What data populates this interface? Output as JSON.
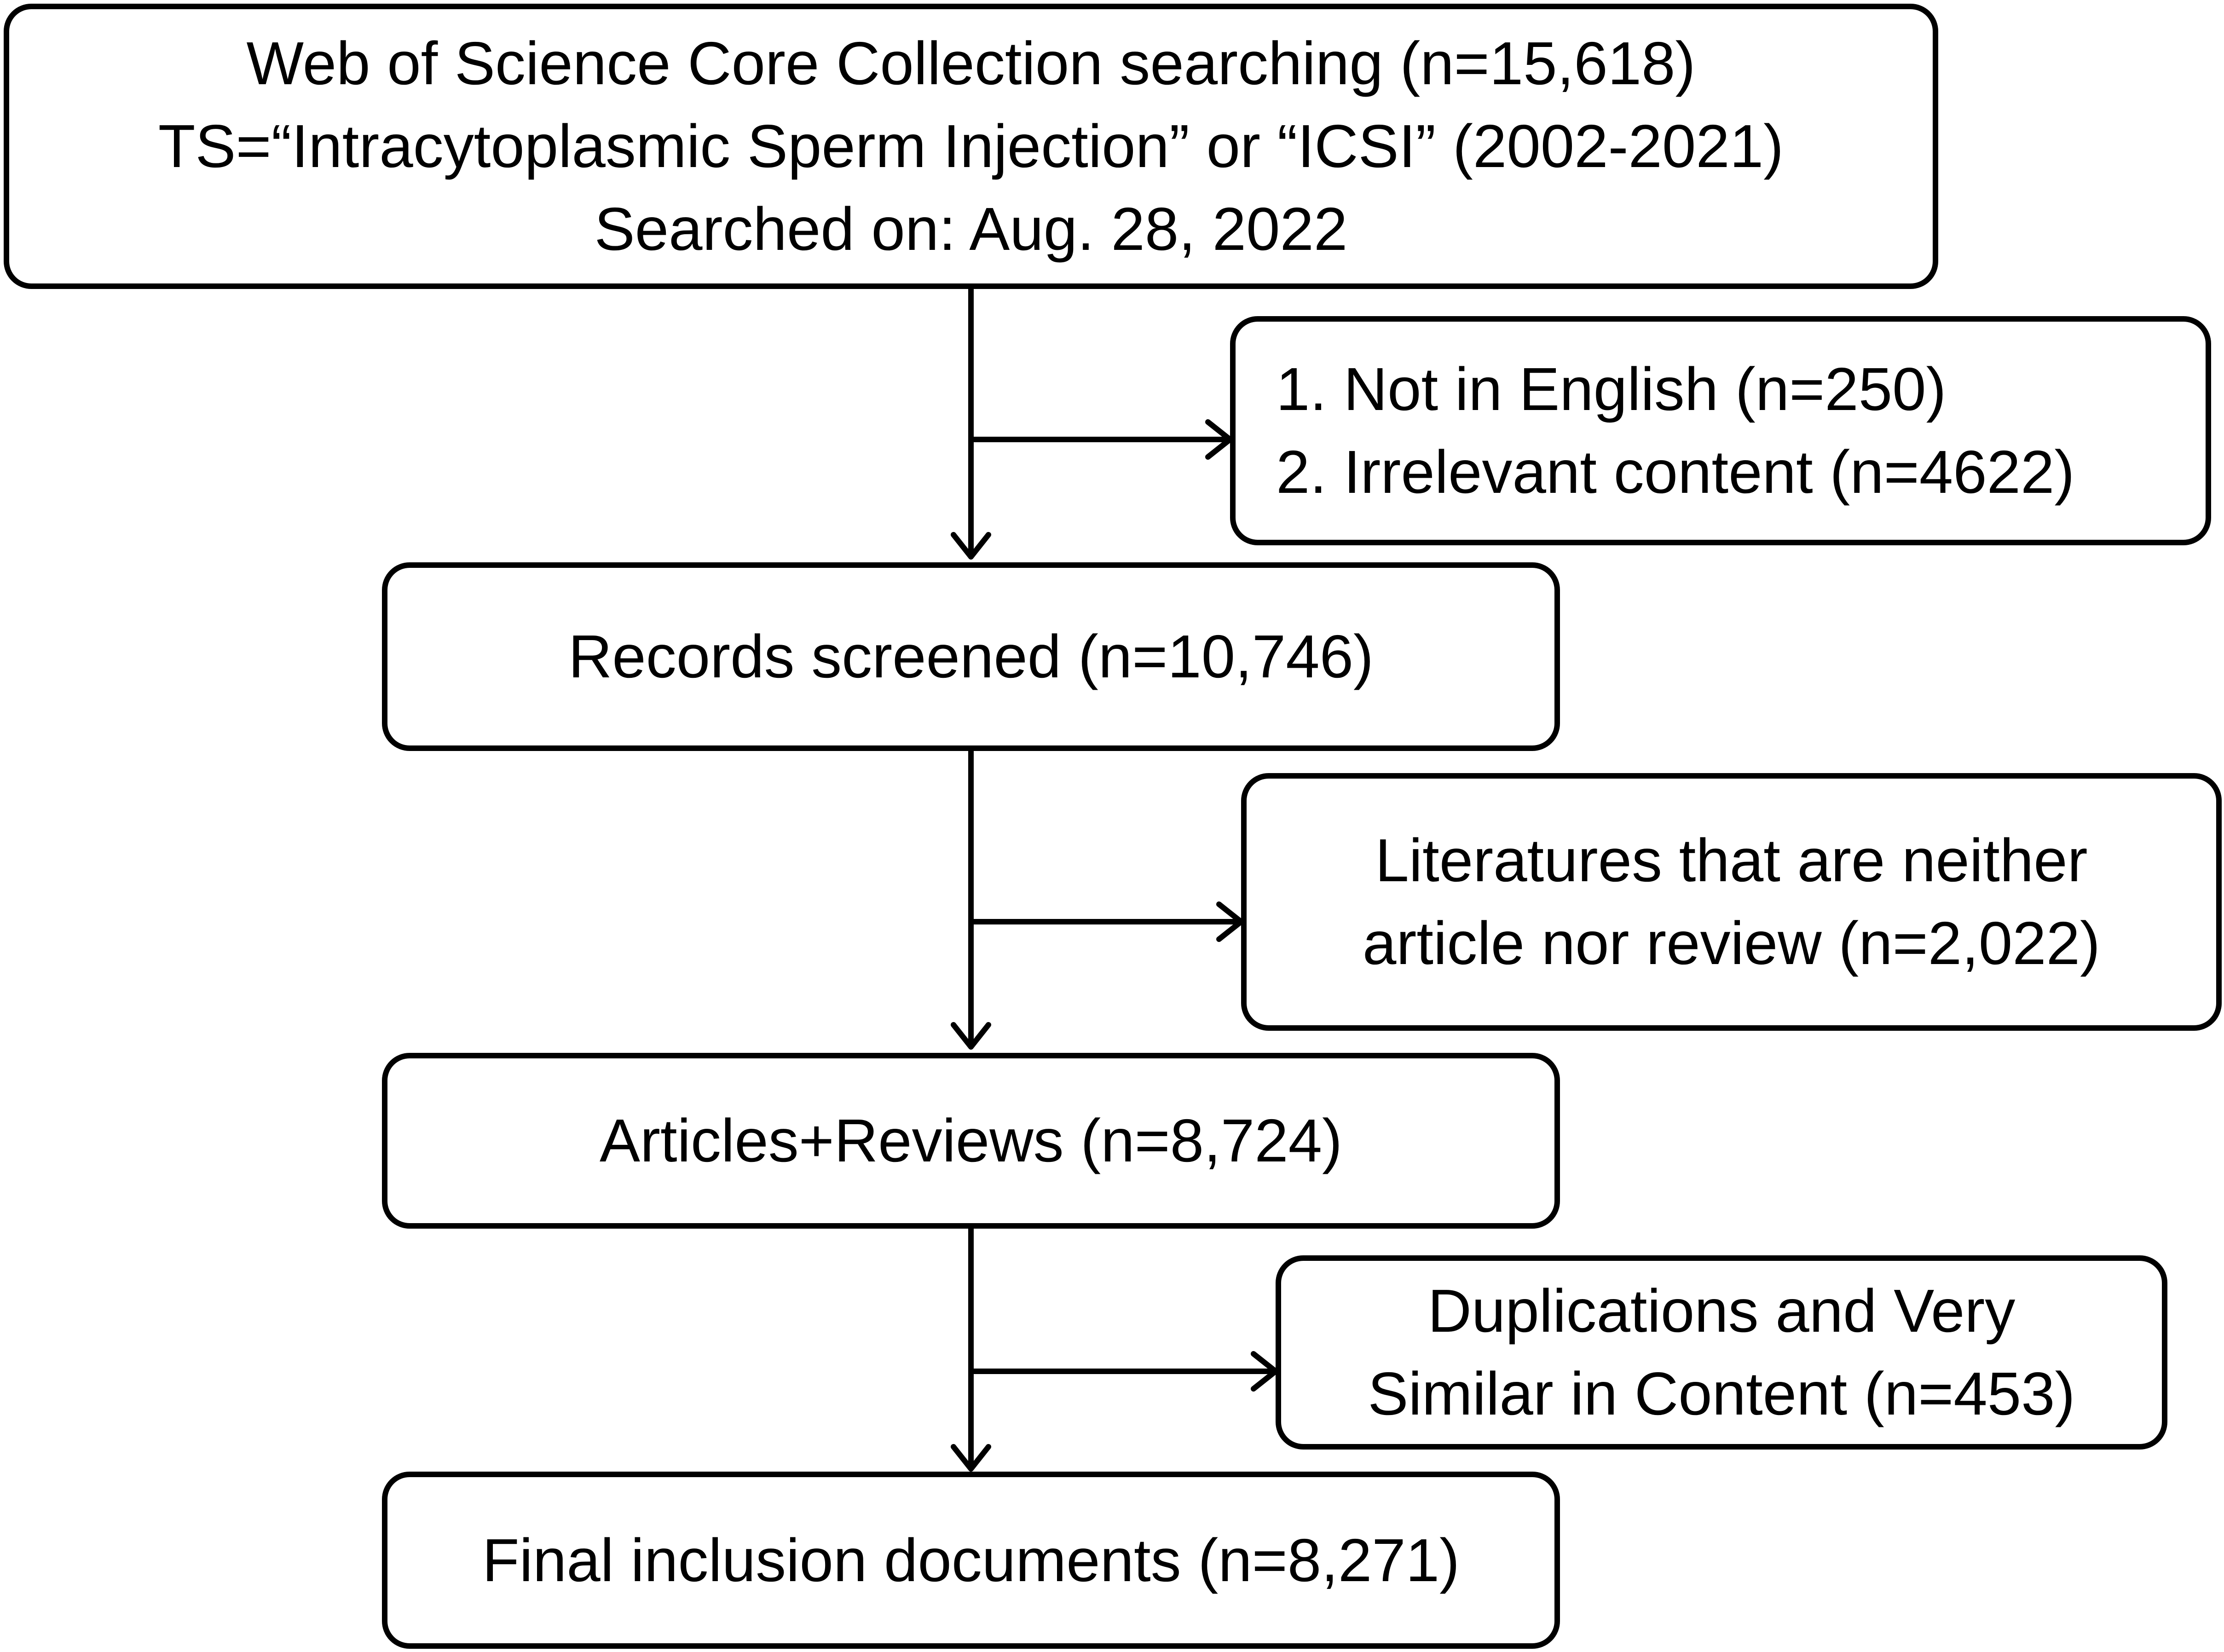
{
  "flowchart": {
    "main_steps": [
      {
        "id": "search",
        "lines": [
          "Web of Science Core Collection searching (n=15,618)",
          "TS=“Intracytoplasmic Sperm Injection” or “ICSI” (2002-2021)",
          "Searched on: Aug. 28, 2022"
        ]
      },
      {
        "id": "screened",
        "lines": [
          "Records screened (n=10,746)"
        ]
      },
      {
        "id": "articles",
        "lines": [
          "Articles+Reviews (n=8,724)"
        ]
      },
      {
        "id": "final",
        "lines": [
          "Final inclusion documents (n=8,271)"
        ]
      }
    ],
    "exclusions": [
      {
        "id": "exclusion-1",
        "lines": [
          "1. Not in English (n=250)",
          "2. Irrelevant content (n=4622)"
        ]
      },
      {
        "id": "exclusion-2",
        "lines": [
          "Literatures that are neither",
          "article nor review (n=2,022)"
        ]
      },
      {
        "id": "exclusion-3",
        "lines": [
          "Duplications and Very",
          "Similar in Content (n=453)"
        ]
      }
    ]
  }
}
